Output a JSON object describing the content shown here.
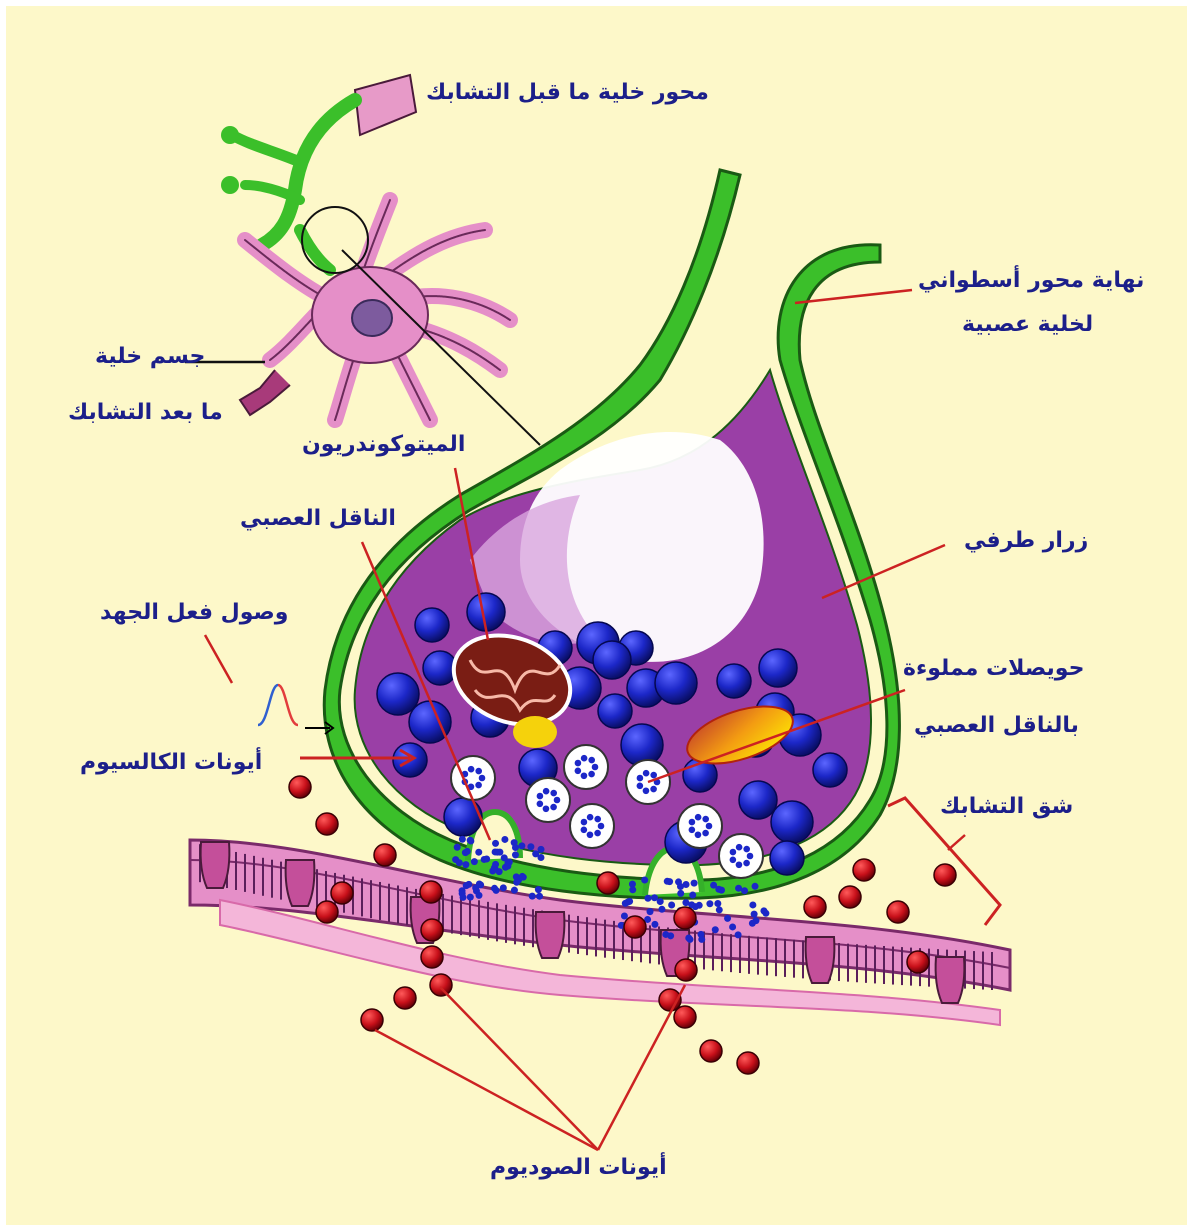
{
  "colors": {
    "background": "#fdf8c9",
    "label_text": "#1c1f8a",
    "leader_line": "#cc2222",
    "membrane_green": "#35b02a",
    "terminal_fill": "#9a3fa6",
    "vesicle_blue": "#1c27c8",
    "sodium_ion": "#c8101a",
    "neuron_pink": "#e78fc4"
  },
  "icons": {
    "action_potential": "action-potential-wave-icon"
  },
  "labels": {
    "presynaptic_axon": "محور خلية ما قبل التشابك",
    "axon_terminal_line1": "نهاية محور أسطواني",
    "axon_terminal_line2": "لخلية عصبية",
    "postsynaptic_body_line1": "جسم خلية",
    "postsynaptic_body_line2": "ما بعد التشابك",
    "mitochondrion": "الميتوكوندريون",
    "neurotransmitter": "الناقل العصبي",
    "terminal_button": "زرار طرفي",
    "action_potential_arrival": "وصول فعل الجهد",
    "vesicles_line1": "حويصلات مملوءة",
    "vesicles_line2": "بالناقل العصبي",
    "calcium_ions": "أيونات الكالسيوم",
    "synaptic_cleft": "شق التشابك",
    "sodium_ions": "أيونات الصوديوم"
  }
}
